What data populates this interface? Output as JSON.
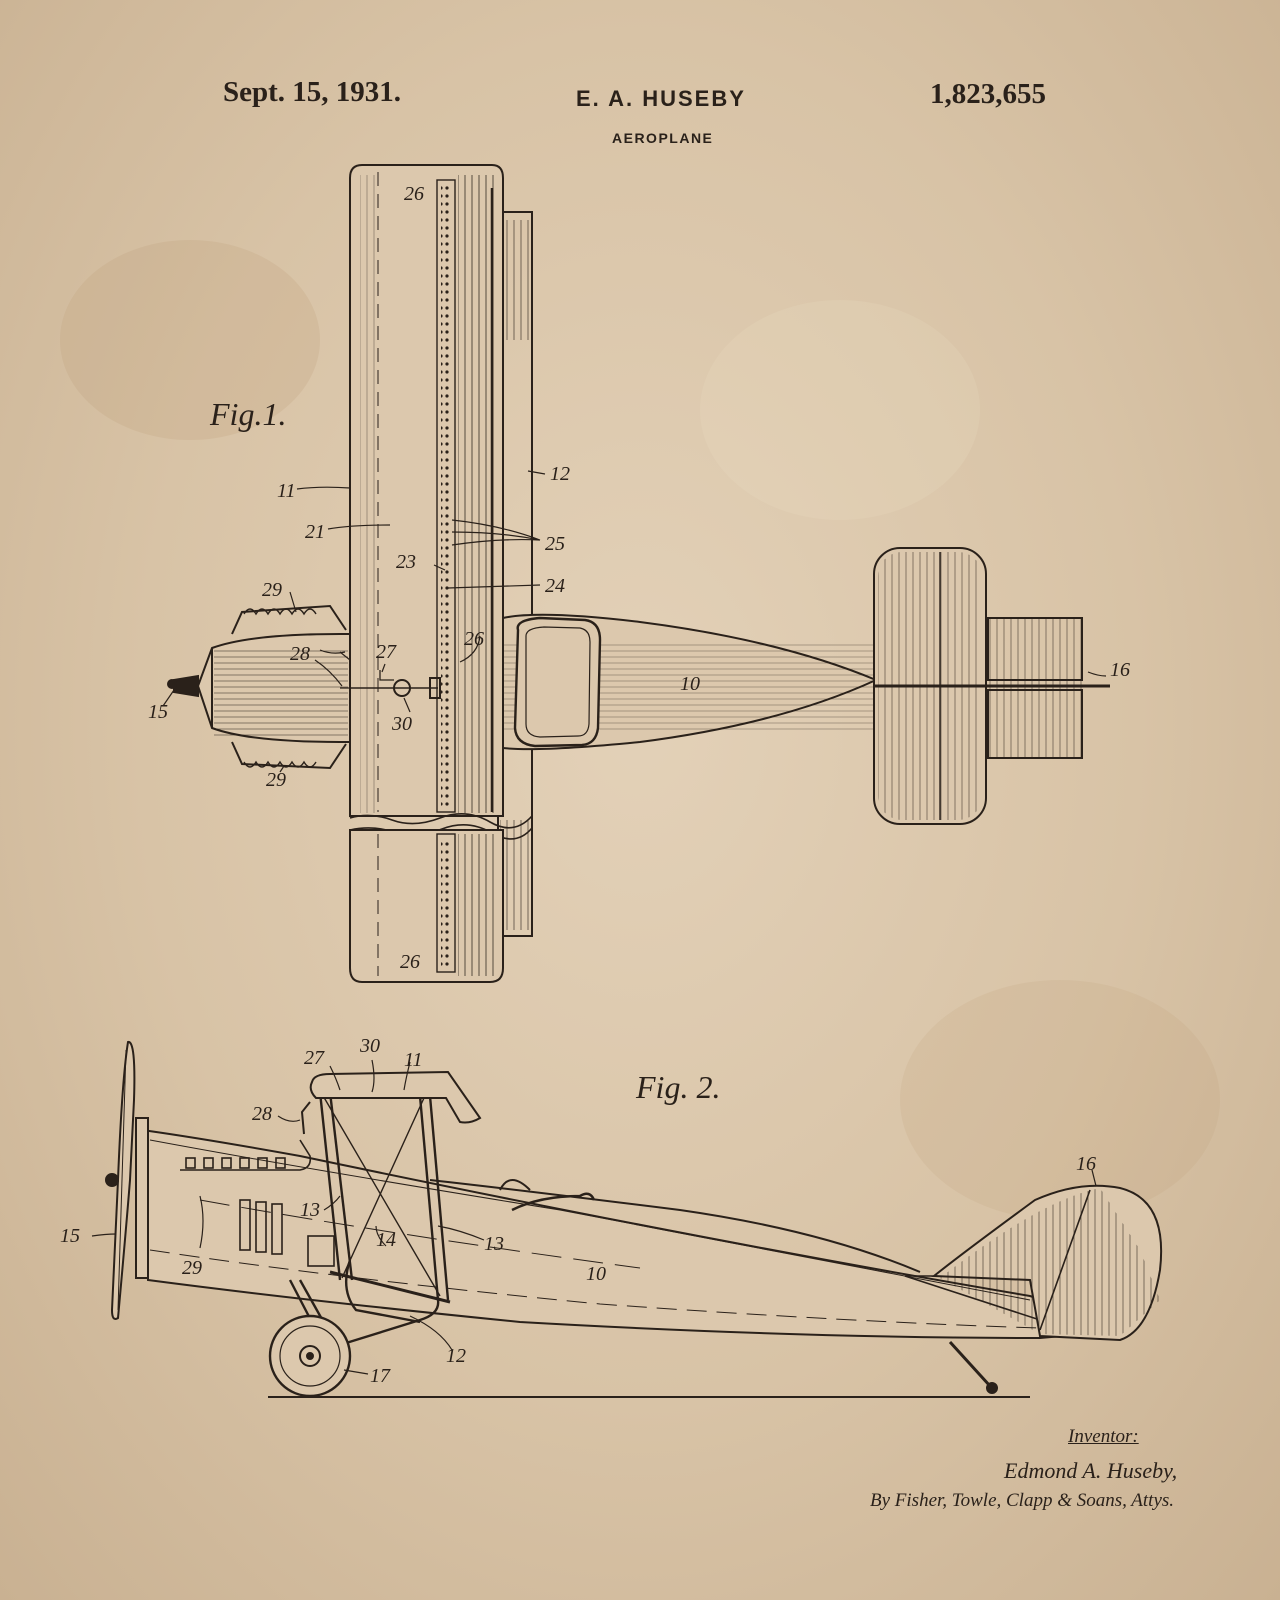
{
  "header": {
    "date": "Sept. 15, 1931.",
    "inventor": "E. A. HUSEBY",
    "patent_number": "1,823,655",
    "title": "AEROPLANE"
  },
  "fig1": {
    "label": "Fig.1.",
    "refs": {
      "r11": "11",
      "r12": "12",
      "r21": "21",
      "r23": "23",
      "r24": "24",
      "r25": "25",
      "r26a": "26",
      "r26b": "26",
      "r26c": "26",
      "r27": "27",
      "r28": "28",
      "r29a": "29",
      "r29b": "29",
      "r30": "30",
      "r15": "15",
      "r10": "10",
      "r16": "16"
    }
  },
  "fig2": {
    "label": "Fig. 2.",
    "refs": {
      "r27": "27",
      "r30": "30",
      "r11": "11",
      "r28": "28",
      "r16": "16",
      "r15": "15",
      "r29": "29",
      "r13a": "13",
      "r13b": "13",
      "r14": "14",
      "r10": "10",
      "r12": "12",
      "r17": "17"
    }
  },
  "signature": {
    "label": "Inventor:",
    "name": "Edmond A. Huseby,",
    "attorneys": "By Fisher, Towle, Clapp & Soans, Attys."
  }
}
